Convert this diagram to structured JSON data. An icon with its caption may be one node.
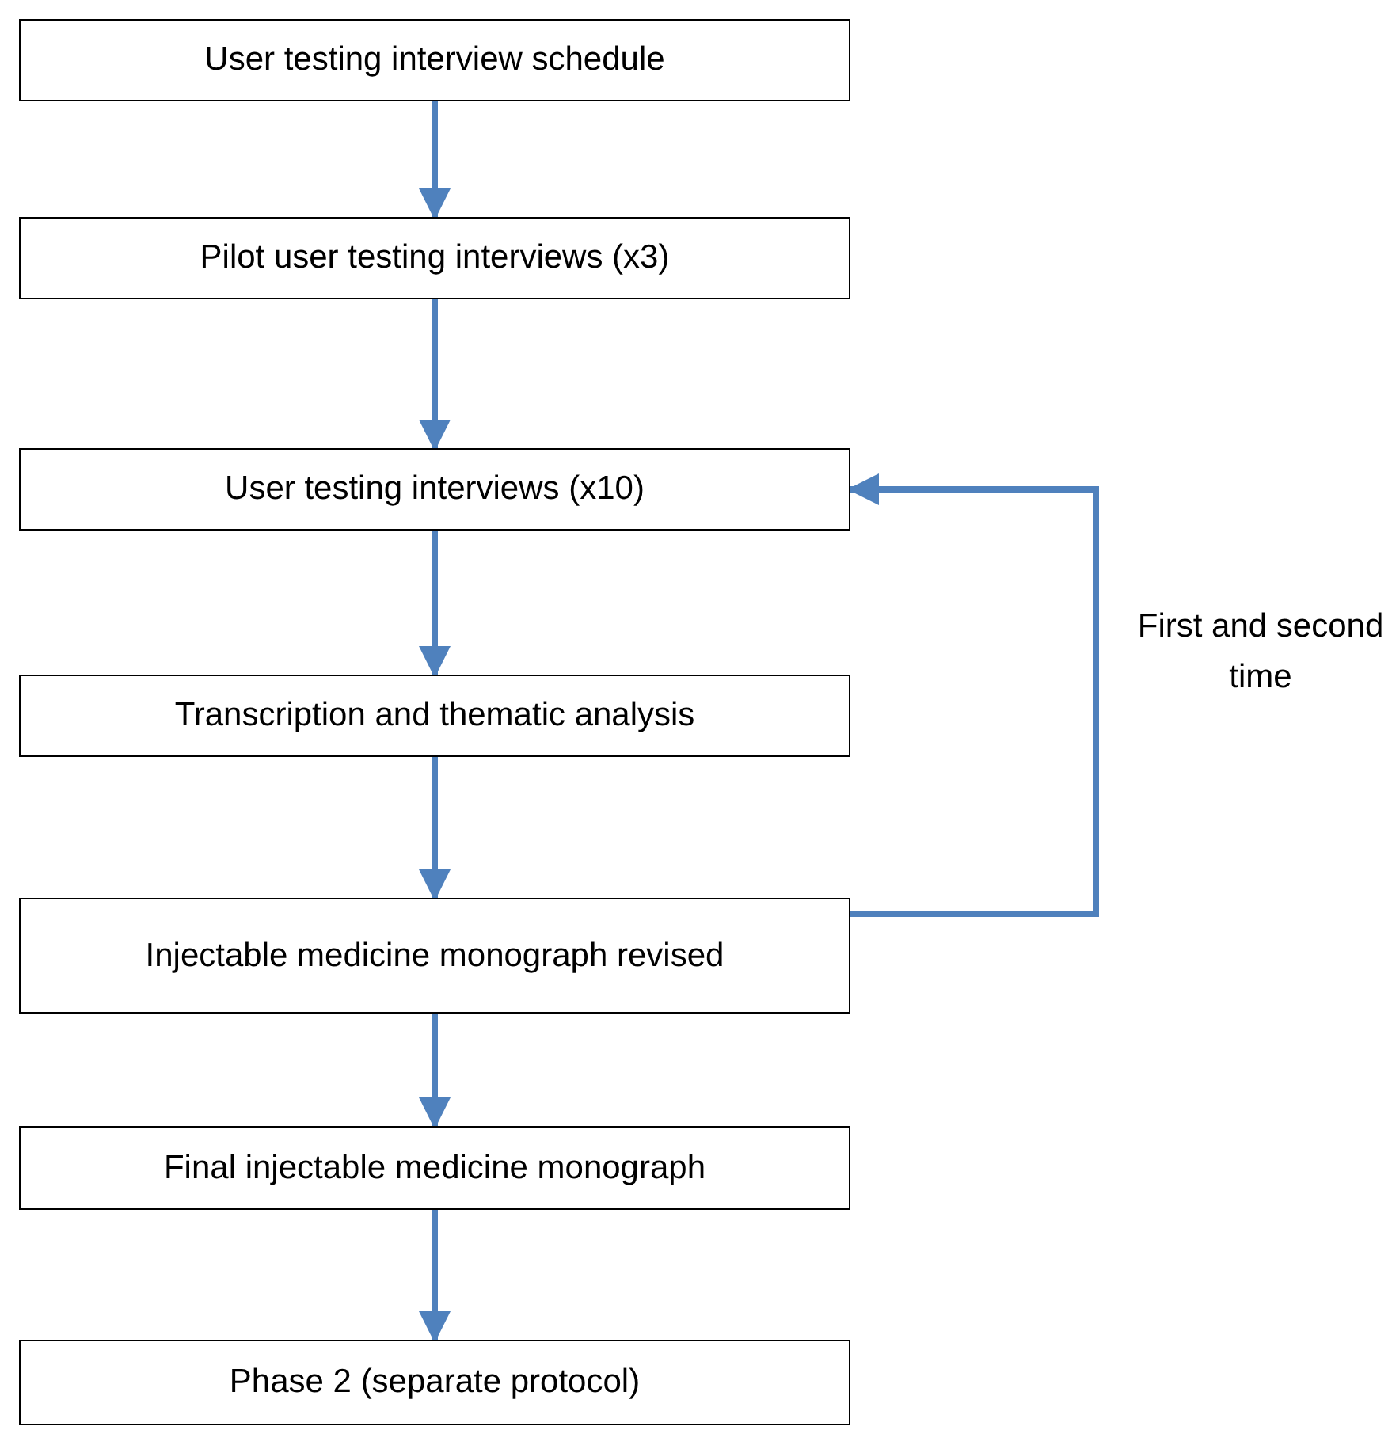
{
  "diagram": {
    "nodes": [
      {
        "text": [
          "User testing interview schedule"
        ]
      },
      {
        "text": [
          "Pilot user testing interviews (x3)"
        ]
      },
      {
        "text": [
          "User testing interviews (x10)"
        ]
      },
      {
        "text": [
          "Transcription and thematic analysis"
        ]
      },
      {
        "text": [
          "Injectable medicine monograph revised"
        ]
      },
      {
        "text": [
          "Final injectable medicine monograph"
        ]
      },
      {
        "text": [
          "Phase 2 (separate protocol)"
        ]
      }
    ],
    "edges": [
      {
        "from": 0,
        "to": 1,
        "arrow": "to"
      },
      {
        "from": 1,
        "to": 2,
        "arrow": "to"
      },
      {
        "from": 2,
        "to": 3,
        "arrow": "to"
      },
      {
        "from": 3,
        "to": 4,
        "arrow": "to"
      },
      {
        "from": 4,
        "to": 2,
        "arrow": "to",
        "label": "First and second time"
      },
      {
        "from": 4,
        "to": 5,
        "arrow": "to"
      },
      {
        "from": 5,
        "to": 6,
        "arrow": "to"
      }
    ]
  }
}
